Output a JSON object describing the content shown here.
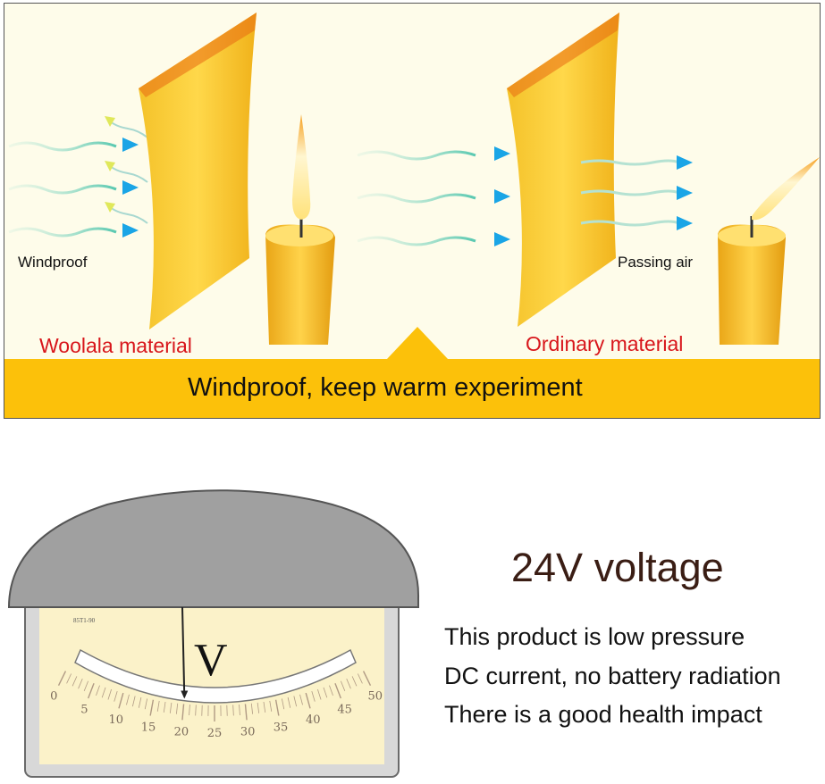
{
  "experiment": {
    "left_label": "Windproof",
    "left_material": "Woolala material",
    "right_label": "Passing air",
    "right_material": "Ordinary material",
    "banner": "Windproof, keep warm experiment"
  },
  "meter": {
    "symbol": "V",
    "model_text": "85T1-90",
    "scale_labels": [
      "0",
      "5",
      "10",
      "15",
      "20",
      "25",
      "30",
      "35",
      "40",
      "45",
      "50"
    ],
    "reading": 20
  },
  "info": {
    "title": "24V voltage",
    "lines": [
      "This product is low pressure",
      "DC current, no battery radiation",
      "There is a good health impact"
    ]
  },
  "colors": {
    "banner": "#fcc10a",
    "red_text": "#d8161b",
    "title_text": "#3a1d14",
    "arrow_blue": "#1aa5e6"
  }
}
